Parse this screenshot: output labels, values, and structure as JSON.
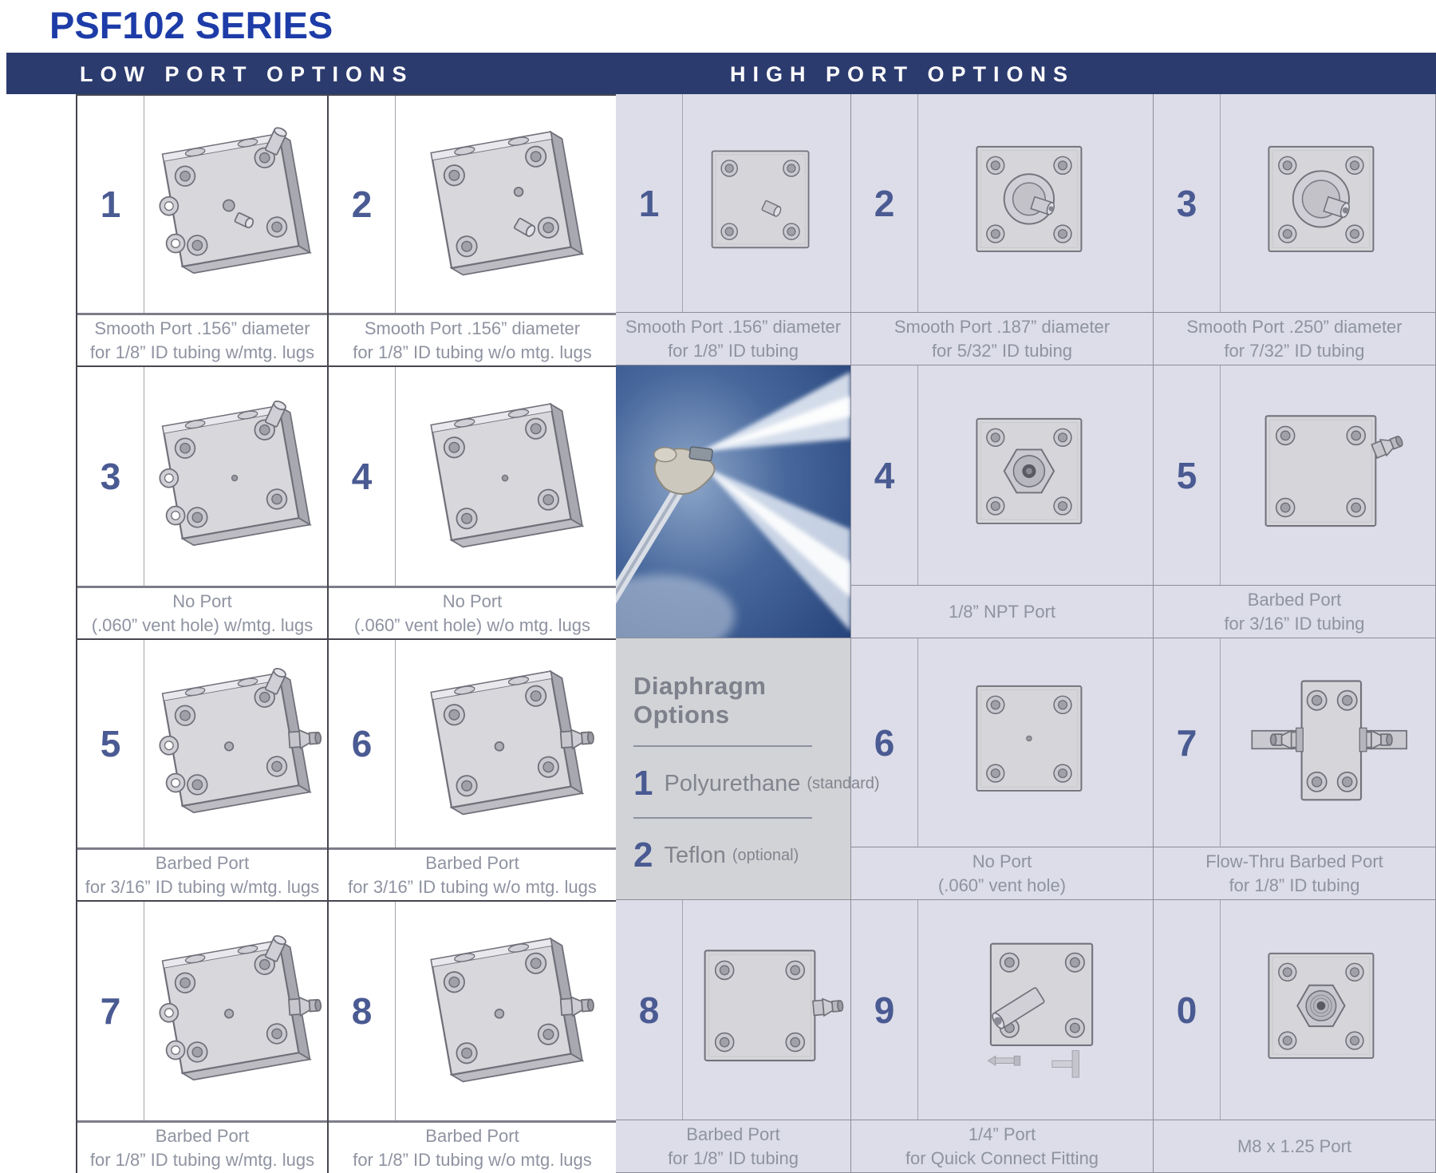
{
  "page": {
    "title": "PSF102 SERIES"
  },
  "header": {
    "low_label": "LOW PORT OPTIONS",
    "high_label": "HIGH PORT OPTIONS"
  },
  "colors": {
    "title_blue": "#1d3ca8",
    "header_bar_navy": "#2c3b6e",
    "option_number_blue": "#4a5a92",
    "caption_gray": "#8f93a1",
    "high_section_bg": "#dcdde8",
    "diaphragm_panel_bg": "#d2d3d7"
  },
  "low": {
    "cells": [
      {
        "num": "1",
        "line1": "Smooth Port .156” diameter",
        "line2": "for 1/8” ID tubing w/mtg. lugs",
        "illustration": "iso-smooth-lugs"
      },
      {
        "num": "2",
        "line1": "Smooth Port .156” diameter",
        "line2": "for 1/8” ID tubing w/o mtg. lugs",
        "illustration": "iso-smooth"
      },
      {
        "num": "3",
        "line1": "No Port",
        "line2": "(.060” vent hole) w/mtg. lugs",
        "illustration": "iso-noport-lugs"
      },
      {
        "num": "4",
        "line1": "No Port",
        "line2": "(.060” vent hole) w/o mtg. lugs",
        "illustration": "iso-noport"
      },
      {
        "num": "5",
        "line1": "Barbed Port",
        "line2": "for 3/16” ID tubing w/mtg. lugs",
        "illustration": "iso-barb-lugs"
      },
      {
        "num": "6",
        "line1": "Barbed Port",
        "line2": "for 3/16” ID tubing w/o mtg. lugs",
        "illustration": "iso-barb"
      },
      {
        "num": "7",
        "line1": "Barbed Port",
        "line2": "for 1/8” ID tubing w/mtg. lugs",
        "illustration": "iso-barb-lugs"
      },
      {
        "num": "8",
        "line1": "Barbed Port",
        "line2": "for 1/8” ID tubing w/o mtg. lugs",
        "illustration": "iso-barb"
      }
    ]
  },
  "high": {
    "cells": [
      {
        "num": "1",
        "line1": "Smooth Port .156” diameter",
        "line2": "for 1/8” ID tubing",
        "illustration": "front-smooth"
      },
      {
        "num": "2",
        "line1": "Smooth Port .187” diameter",
        "line2": "for 5/32” ID tubing",
        "illustration": "front-flange"
      },
      {
        "num": "3",
        "line1": "Smooth Port .250” diameter",
        "line2": "for 7/32” ID tubing",
        "illustration": "front-flange-large"
      },
      {
        "num": "4",
        "line1": "1/8” NPT Port",
        "line2": "",
        "illustration": "front-npt"
      },
      {
        "num": "5",
        "line1": "Barbed Port",
        "line2": "for 3/16” ID tubing",
        "illustration": "side-barb-up"
      },
      {
        "num": "6",
        "line1": "No Port",
        "line2": "(.060” vent hole)",
        "illustration": "front-plain"
      },
      {
        "num": "7",
        "line1": "Flow-Thru Barbed Port",
        "line2": "for 1/8” ID tubing",
        "illustration": "flow-thru"
      },
      {
        "num": "8",
        "line1": "Barbed Port",
        "line2": "for 1/8” ID tubing",
        "illustration": "side-barb"
      },
      {
        "num": "9",
        "line1": "1/4” Port",
        "line2": "for Quick Connect Fitting",
        "illustration": "quick-connect"
      },
      {
        "num": "0",
        "line1": "M8 x 1.25 Port",
        "line2": "",
        "illustration": "front-m8"
      }
    ]
  },
  "photo": {
    "name": "spray-application-photo"
  },
  "diaphragm": {
    "title": "Diaphragm Options",
    "options": [
      {
        "num": "1",
        "name": "Polyurethane",
        "note": "(standard)"
      },
      {
        "num": "2",
        "name": "Teflon",
        "note": "(optional)"
      }
    ]
  }
}
